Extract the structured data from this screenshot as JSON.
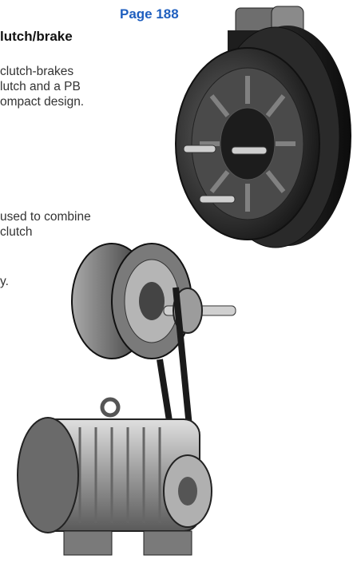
{
  "header": {
    "page_ref": "Page 188"
  },
  "section": {
    "heading": "lutch/brake",
    "para1": [
      " clutch-brakes",
      "lutch and a PB",
      "ompact design."
    ],
    "para2": [
      "used to combine",
      " clutch"
    ],
    "para3": [
      "y."
    ]
  },
  "images": {
    "top": {
      "icon": "clutch-brake-unit-illustration"
    },
    "bottom": {
      "icon": "motor-belt-drive-illustration"
    }
  }
}
